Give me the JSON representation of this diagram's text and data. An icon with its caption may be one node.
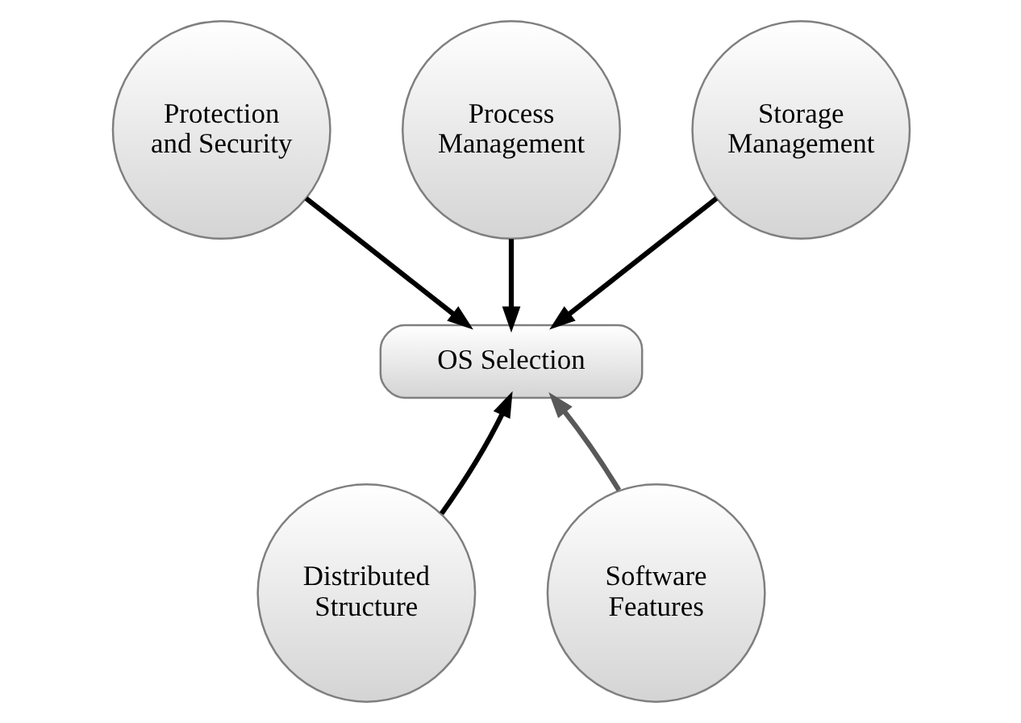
{
  "diagram": {
    "nodes": [
      {
        "text": [
          "Process Management"
        ]
      },
      {
        "text": [
          "Protection and Security"
        ]
      },
      {
        "text": [
          "Storage Management"
        ]
      },
      {
        "text": [
          "OS Selection"
        ]
      },
      {
        "text": [
          "Distributed Structure"
        ]
      },
      {
        "text": [
          "Software Features"
        ]
      }
    ],
    "edges": [
      {
        "from": 0,
        "to": 3,
        "arrow": "to"
      },
      {
        "from": 1,
        "to": 3,
        "arrow": "to"
      },
      {
        "from": 2,
        "to": 3,
        "arrow": "to"
      },
      {
        "from": 4,
        "to": 3,
        "arrow": "to"
      },
      {
        "from": 5,
        "to": 3,
        "arrow": "to",
        "color": "#595959"
      }
    ]
  }
}
